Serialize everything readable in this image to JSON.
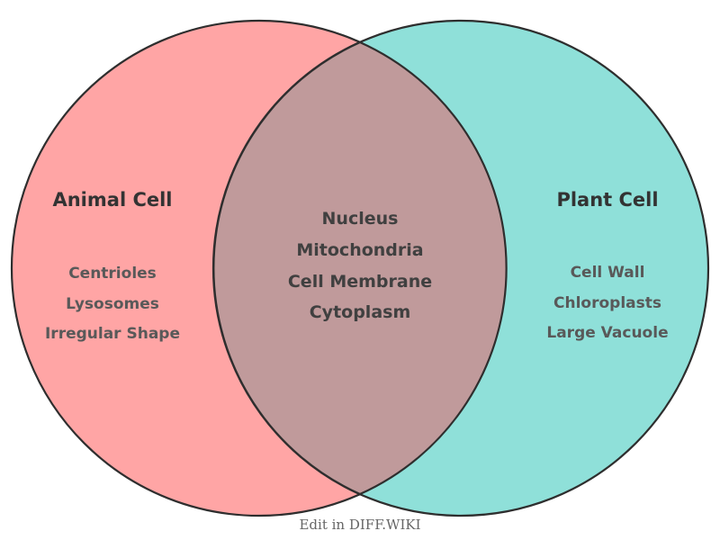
{
  "venn": {
    "left": {
      "label": "Animal Cell",
      "items": [
        "Centrioles",
        "Lysosomes",
        "Irregular Shape"
      ],
      "fill": "#ffa5a5"
    },
    "right": {
      "label": "Plant Cell",
      "items": [
        "Cell Wall",
        "Chloroplasts",
        "Large Vacuole"
      ],
      "fill": "#8fe0d9"
    },
    "overlap": {
      "items": [
        "Nucleus",
        "Mitochondria",
        "Cell Membrane",
        "Cytoplasm"
      ],
      "fill": "#c09a9b"
    },
    "outline": "#2e2e2e"
  },
  "colors": {
    "title_text": "#333333",
    "side_item_text": "#595959",
    "center_item_text": "#404040",
    "footer_text": "#666666"
  },
  "footer": {
    "label": "Edit in DIFF.WIKI"
  }
}
